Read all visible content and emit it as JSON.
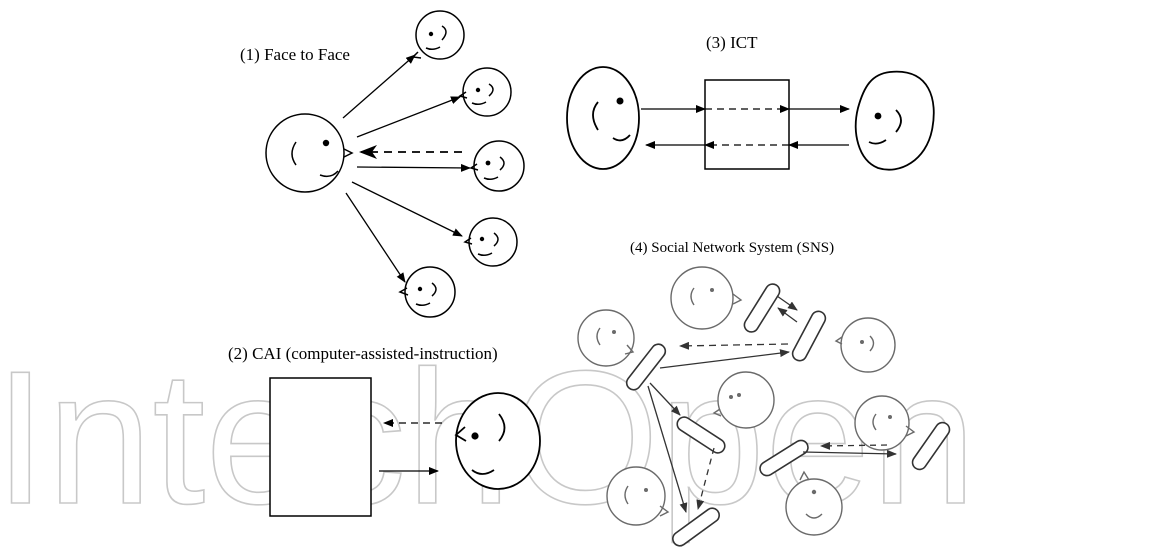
{
  "watermark": "IntechOpen",
  "colors": {
    "ink": "#000000",
    "faint_ink": "#6a6a6a",
    "watermark": "#c8c8c8",
    "background": "#ffffff"
  },
  "panels": {
    "face_to_face": {
      "label": "(1)  Face to Face"
    },
    "cai": {
      "label": "(2)  CAI (computer-assisted-instruction)"
    },
    "ict": {
      "label": "(3)  ICT"
    },
    "sns": {
      "label": "(4) Social Network System  (SNS)"
    }
  }
}
